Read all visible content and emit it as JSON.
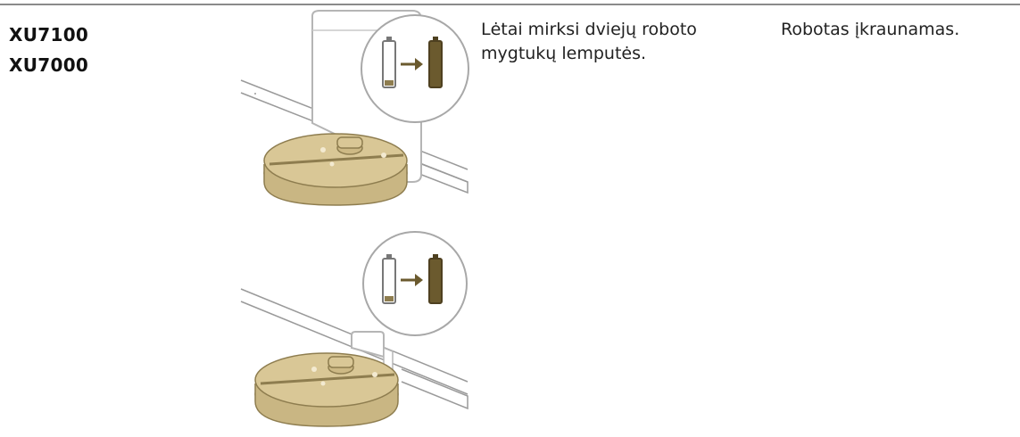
{
  "models": [
    "XU7100",
    "XU7000"
  ],
  "indicator_text": "Lėtai mirksi dviejų roboto mygtukų lemputės.",
  "status_text": "Robotas įkraunamas.",
  "illustrations": [
    {
      "name": "robot-in-tall-dock-charging"
    },
    {
      "name": "robot-in-low-dock-charging"
    }
  ],
  "colors": {
    "robot": "#d9c796",
    "robot_dark": "#b9a572",
    "battery_full": "#6b5a2e",
    "arrow": "#6b5a2e",
    "line": "#9a9a9a"
  }
}
